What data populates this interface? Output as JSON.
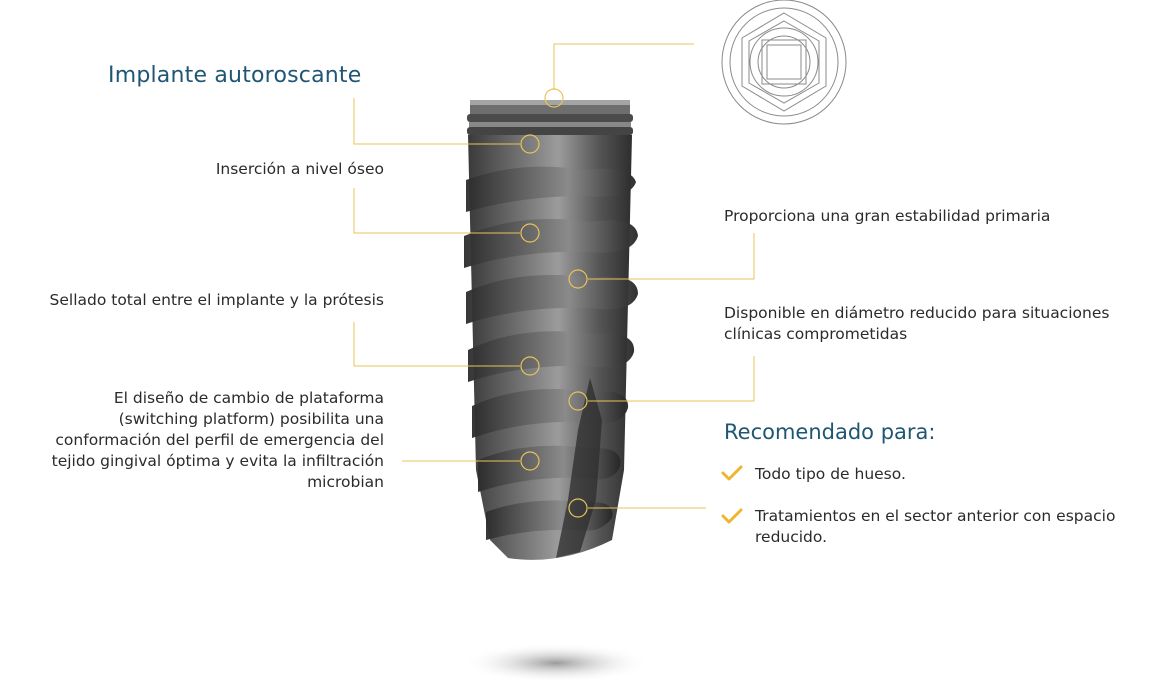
{
  "title": "Implante autoroscante",
  "left_labels": {
    "insercion": "Inserción a nivel óseo",
    "sellado": "Sellado total entre el implante y la prótesis",
    "diseno": [
      "El diseño de cambio de plataforma",
      "(switching platform) posibilita una",
      "conformación del perfil de emergencia del",
      "tejido gingival óptima y evita la infiltración",
      "microbian"
    ]
  },
  "right_labels": {
    "estabilidad": "Proporciona una gran estabilidad primaria",
    "diametro": [
      "Disponible en diámetro reducido para situaciones",
      "clínicas comprometidas"
    ]
  },
  "recomendado": {
    "title": "Recomendado para:",
    "items": [
      [
        "Todo tipo de hueso."
      ],
      [
        "Tratamientos en el sector anterior con espacio",
        "reducido."
      ]
    ]
  },
  "colors": {
    "accent_line": "#e8c45a",
    "title_blue": "#1f5673",
    "check": "#f0b52f",
    "implant_dark": "#3c3c3c",
    "implant_light": "#9a9a9a"
  },
  "icons": [
    "hexagon-top-view-icon",
    "check-icon"
  ]
}
